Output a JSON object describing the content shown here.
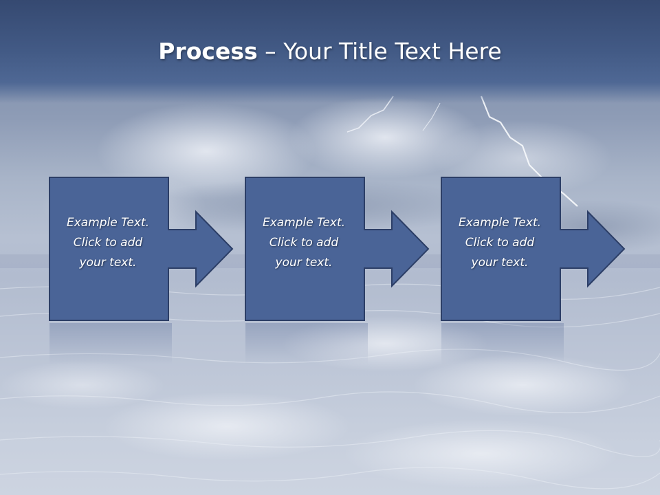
{
  "slide": {
    "title_bold": "Process",
    "title_rest": " – Your Title Text Here"
  },
  "steps": [
    {
      "line1": "Example Text.",
      "line2": "Click  to add",
      "line3": "your text."
    },
    {
      "line1": "Example Text.",
      "line2": "Click  to add",
      "line3": "your text."
    },
    {
      "line1": "Example Text.",
      "line2": "Click  to add",
      "line3": "your text."
    }
  ],
  "colors": {
    "box_fill": "#4a6497",
    "box_stroke": "#2c3e66",
    "title_band": "#405884",
    "text": "#ffffff"
  }
}
